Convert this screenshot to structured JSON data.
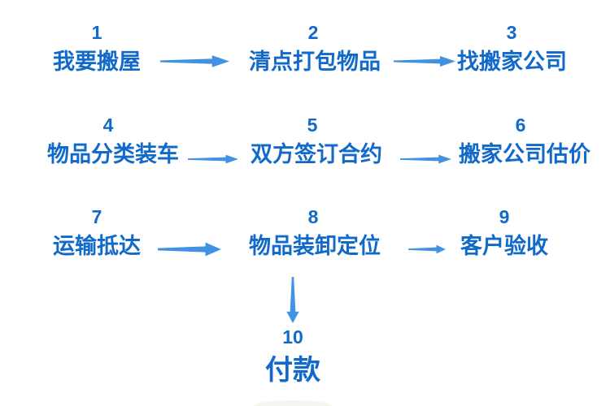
{
  "theme": {
    "background": "#ffffff",
    "text_color": "#1169c9",
    "arrow_color": "#4292e4",
    "artifact_color": "#f4f6f0"
  },
  "flow": {
    "steps": [
      {
        "number": "1",
        "label": "我要搬屋"
      },
      {
        "number": "2",
        "label": "清点打包物品"
      },
      {
        "number": "3",
        "label": "找搬家公司"
      },
      {
        "number": "4",
        "label": "物品分类装车"
      },
      {
        "number": "5",
        "label": "双方签订合约"
      },
      {
        "number": "6",
        "label": "搬家公司估价"
      },
      {
        "number": "7",
        "label": "运输抵达"
      },
      {
        "number": "8",
        "label": "物品装卸定位"
      },
      {
        "number": "9",
        "label": "客户验收"
      },
      {
        "number": "10",
        "label": "付款"
      }
    ],
    "connections": [
      {
        "from": "1",
        "to": "2",
        "direction": "right"
      },
      {
        "from": "2",
        "to": "3",
        "direction": "right"
      },
      {
        "from": "4",
        "to": "5",
        "direction": "right"
      },
      {
        "from": "5",
        "to": "6",
        "direction": "right"
      },
      {
        "from": "7",
        "to": "8",
        "direction": "right"
      },
      {
        "from": "8",
        "to": "9",
        "direction": "right"
      },
      {
        "from": "8",
        "to": "10",
        "direction": "down"
      }
    ]
  }
}
